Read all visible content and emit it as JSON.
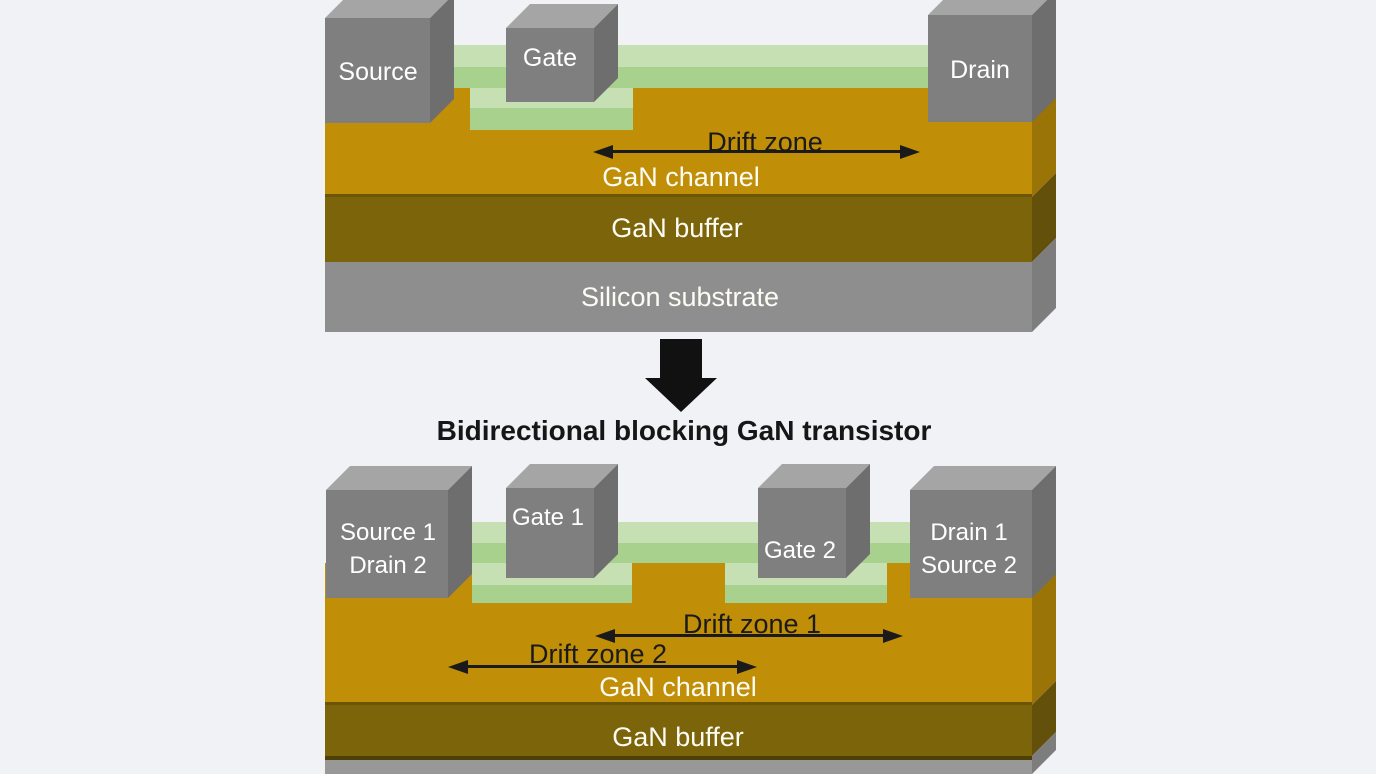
{
  "title": "Bidirectional blocking GaN transistor",
  "colors": {
    "background": "#f1f2f5",
    "barrier_top_face": "#c6e0b4",
    "barrier_front_face": "#a9d18e",
    "channel": "#c18e08",
    "buffer": "#7c640b",
    "substrate": "#8e8e8e",
    "contact_front": "#7f7f7f",
    "contact_top": "#a5a5a5",
    "contact_side": "#6e6e6e",
    "annotation_black": "#1a1a1a",
    "label_white": "#ffffff"
  },
  "top_diagram": {
    "contacts": {
      "source": "Source",
      "gate": "Gate",
      "drain": "Drain"
    },
    "annotations": {
      "drift_zone": "Drift zone"
    },
    "layers": {
      "channel": "GaN channel",
      "buffer": "GaN buffer",
      "substrate": "Silicon substrate"
    }
  },
  "bottom_diagram": {
    "contacts": {
      "source_drain_top": "Source 1",
      "source_drain_bottom": "Drain 2",
      "gate1": "Gate 1",
      "gate2": "Gate 2",
      "drain_source_top": "Drain 1",
      "drain_source_bottom": "Source 2"
    },
    "annotations": {
      "drift_zone_1": "Drift zone 1",
      "drift_zone_2": "Drift zone 2"
    },
    "layers": {
      "channel": "GaN channel",
      "buffer": "GaN buffer"
    }
  }
}
